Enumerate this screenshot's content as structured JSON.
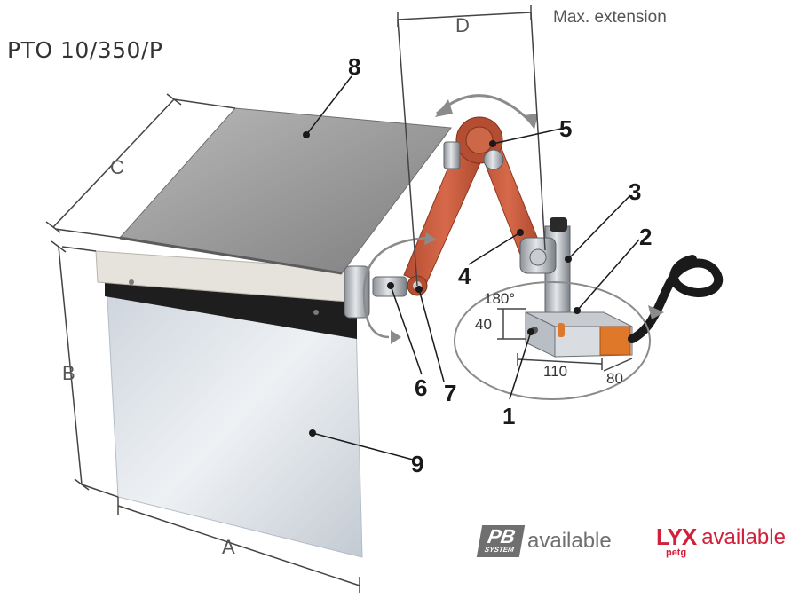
{
  "title": "PTO 10/350/P",
  "max_extension_label": "Max. extension",
  "dimensions": {
    "A": "A",
    "B": "B",
    "C": "C",
    "D": "D",
    "rotation": "180°",
    "height": "40",
    "length": "110",
    "width": "80"
  },
  "callouts": [
    "1",
    "2",
    "3",
    "4",
    "5",
    "6",
    "7",
    "8",
    "9"
  ],
  "badges": {
    "pb_logo_big": "PB",
    "pb_logo_small": "SYSTEM",
    "pb_text": "available",
    "lyx_logo_big": "LYX",
    "lyx_logo_small": "petg",
    "lyx_text": "available"
  },
  "colors": {
    "arm": "#c45a3c",
    "cover_top": "#8e8e8e",
    "glass": "#dfe4ea",
    "base_orange": "#e0782a",
    "lyx_red": "#d3203a",
    "pb_gray": "#6f6f6f"
  }
}
